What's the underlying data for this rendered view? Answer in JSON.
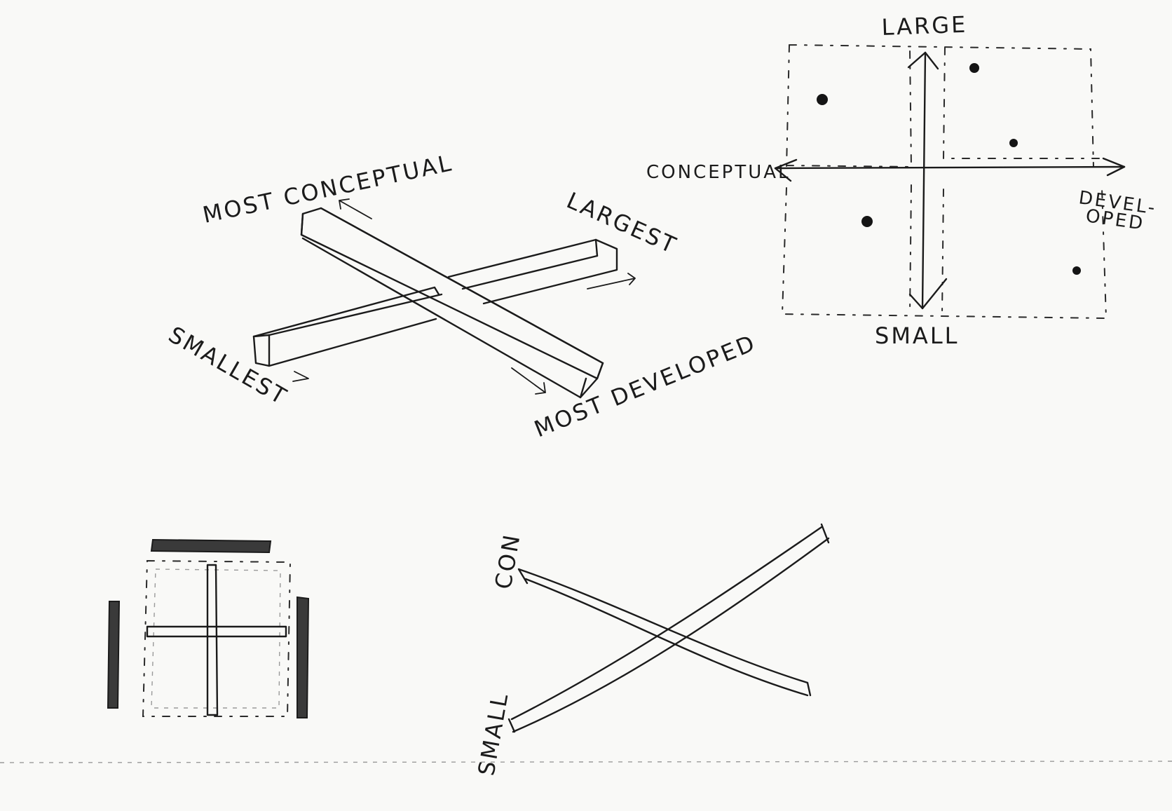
{
  "isometric_sketch": {
    "labels": {
      "most_conceptual": "MOST CONCEPTUAL",
      "largest": "LARGEST",
      "smallest": "SMALLEST",
      "most_developed": "MOST DEVELOPED"
    }
  },
  "quadrant_sketch": {
    "labels": {
      "large": "LARGE",
      "small": "SMALL",
      "conceptual": "CONCEPTUAL",
      "developed_line1": "DEVEL-",
      "developed_line2": "OPED"
    }
  },
  "crossed_bars_sketch": {
    "labels": {
      "con": "CON",
      "small": "SMALL"
    }
  },
  "colors": {
    "ink": "#1b1b1b",
    "paper": "#f9f9f7"
  }
}
